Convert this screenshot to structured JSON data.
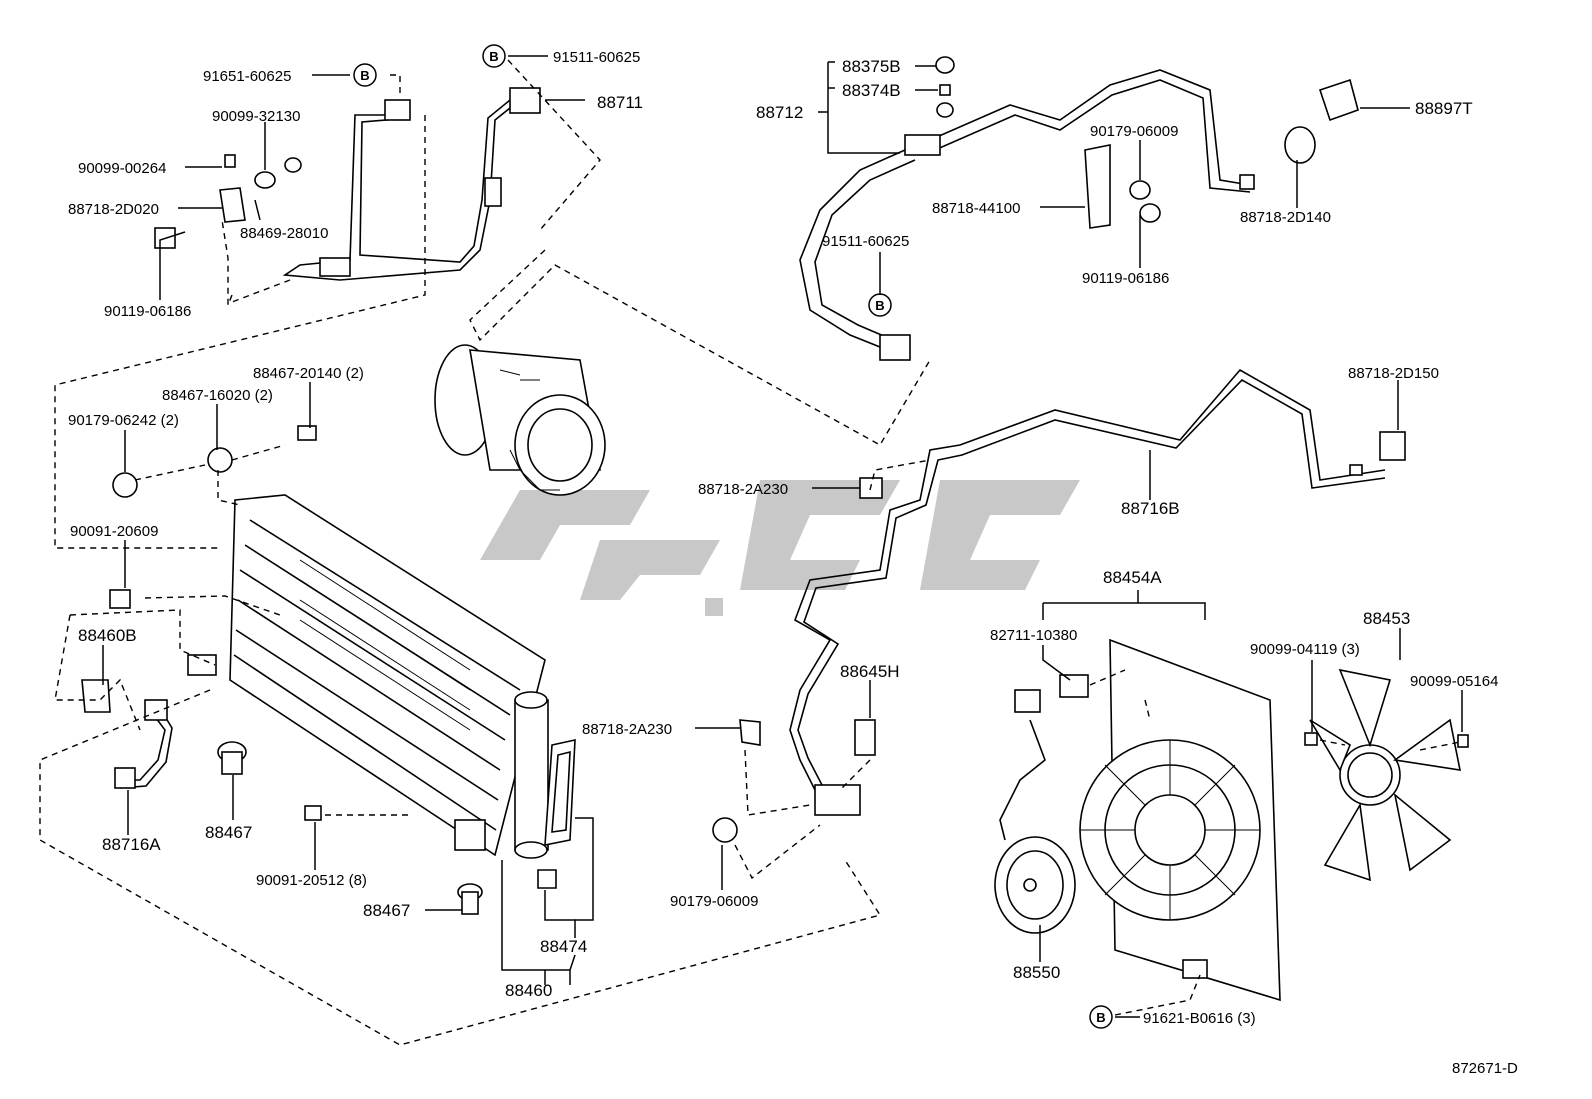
{
  "diagram": {
    "figure_id": "872671-D",
    "parts": {
      "p91651": "91651-60625",
      "p91511a": "91511-60625",
      "p88711": "88711",
      "p90099_32130": "90099-32130",
      "p90099_00264": "90099-00264",
      "p88718_2D020": "88718-2D020",
      "p88469_28010": "88469-28010",
      "p90119_06186a": "90119-06186",
      "p88375B": "88375B",
      "p88374B": "88374B",
      "p88712": "88712",
      "p90179_06009a": "90179-06009",
      "p88897T": "88897T",
      "p88718_44100": "88718-44100",
      "p88718_2D140": "88718-2D140",
      "p91511b": "91511-60625",
      "p90119_06186b": "90119-06186",
      "p88467_20140": "88467-20140 (2)",
      "p88467_16020": "88467-16020 (2)",
      "p90179_06242": "90179-06242 (2)",
      "p88718_2D150": "88718-2D150",
      "p88718_2A230a": "88718-2A230",
      "p88716B": "88716B",
      "p90091_20609": "90091-20609",
      "p88454A": "88454A",
      "p88460B": "88460B",
      "p82711_10380": "82711-10380",
      "p88453": "88453",
      "p90099_04119": "90099-04119 (3)",
      "p90099_05164": "90099-05164",
      "p88645H": "88645H",
      "p88718_2A230b": "88718-2A230",
      "p88716A": "88716A",
      "p88467a": "88467",
      "p90091_20512": "90091-20512 (8)",
      "p90179_06009b": "90179-06009",
      "p88467b": "88467",
      "p88474": "88474",
      "p88460": "88460",
      "p88550": "88550",
      "p91621": "91621-B0616 (3)"
    },
    "callout_letter": "B"
  }
}
